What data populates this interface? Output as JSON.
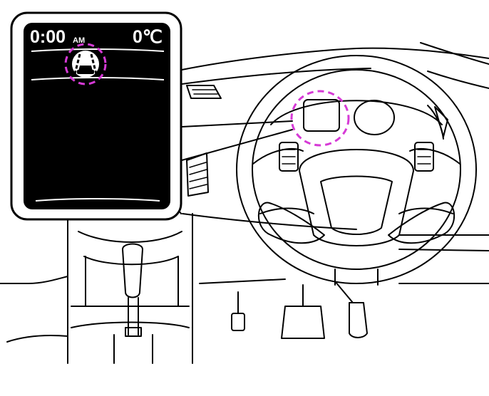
{
  "display": {
    "time": "0:00",
    "am_pm": "AM",
    "temperature": "0℃",
    "icon": "lane-departure-warning-icon"
  },
  "colors": {
    "highlight": "#d63ad6",
    "screen": "#000000",
    "line": "#000000"
  }
}
